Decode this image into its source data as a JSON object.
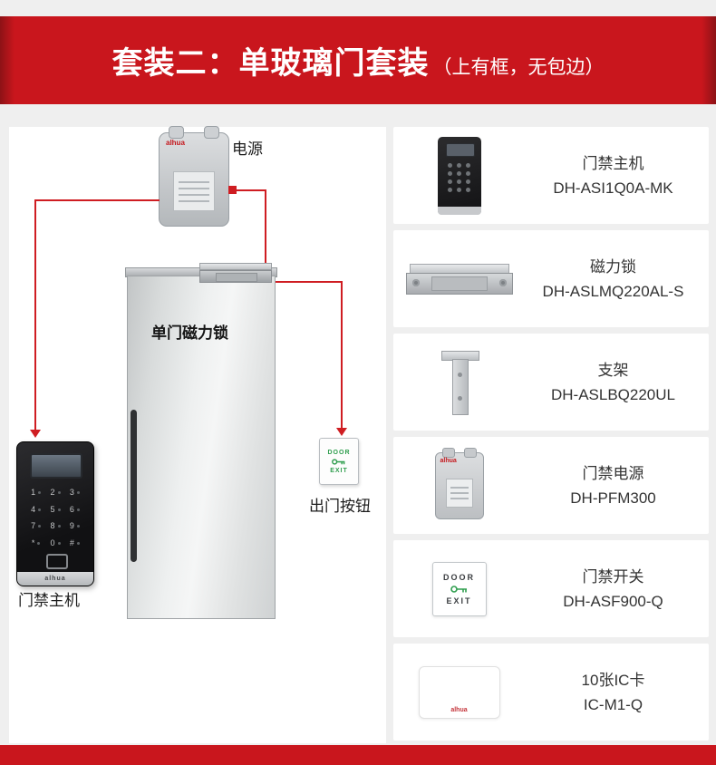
{
  "banner": {
    "title": "套装二：单玻璃门套装",
    "subtitle": "（上有框，无包边）"
  },
  "colors": {
    "accent_red": "#c9161d",
    "wire_red": "#cf1d22",
    "key_green": "#2f9e4e"
  },
  "brand": "alhua",
  "exit_switch": {
    "top": "DOOR",
    "bottom": "EXIT"
  },
  "diagram": {
    "power_label": "电源",
    "door_label": "单门磁力锁",
    "keypad_label": "门禁主机",
    "exit_button_label": "出门按钮",
    "keypad": {
      "keys": [
        "1",
        "2",
        "3",
        "4",
        "5",
        "6",
        "7",
        "8",
        "9",
        "*",
        "0",
        "#"
      ]
    }
  },
  "products": [
    {
      "name": "门禁主机",
      "model": "DH-ASI1Q0A-MK"
    },
    {
      "name": "磁力锁",
      "model": "DH-ASLMQ220AL-S"
    },
    {
      "name": "支架",
      "model": "DH-ASLBQ220UL"
    },
    {
      "name": "门禁电源",
      "model": "DH-PFM300"
    },
    {
      "name": "门禁开关",
      "model": "DH-ASF900-Q"
    },
    {
      "name": "10张IC卡",
      "model": "IC-M1-Q"
    }
  ]
}
